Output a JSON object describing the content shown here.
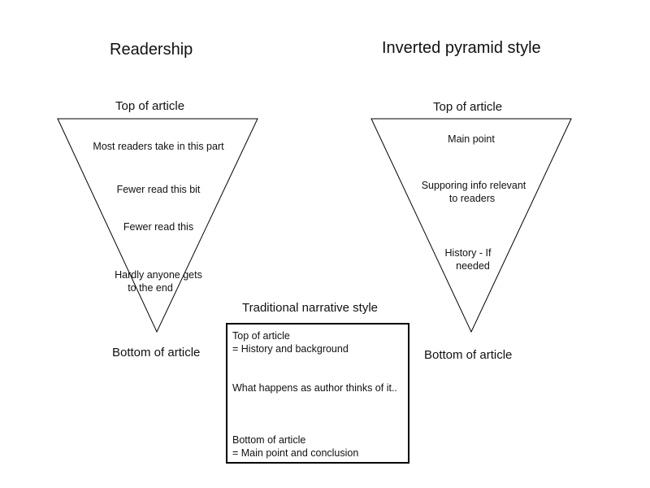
{
  "readership": {
    "title": "Readership",
    "top_label": "Top of article",
    "bottom_label": "Bottom of article",
    "levels": [
      "Most readers take in this part",
      "Fewer read this bit",
      "Fewer read this",
      "Hardly anyone gets",
      "to the end"
    ]
  },
  "inverted_pyramid": {
    "title": "Inverted pyramid style",
    "top_label": "Top of article",
    "bottom_label": "Bottom of article",
    "levels": [
      "Main point",
      "Supporing info relevant",
      "to readers",
      "History - If",
      "needed"
    ]
  },
  "traditional": {
    "title": "Traditional narrative style",
    "lines": [
      "Top of article",
      "= History and background",
      "What happens as author thinks of it..",
      "Bottom of article",
      "= Main point and conclusion"
    ]
  }
}
